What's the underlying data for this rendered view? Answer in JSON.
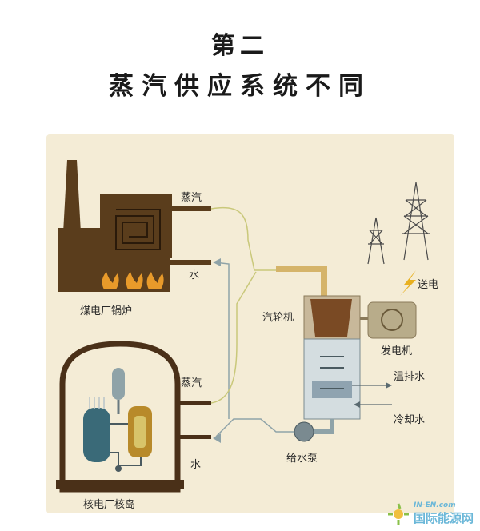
{
  "heading": {
    "line1": "第二",
    "line2": "蒸汽供应系统不同"
  },
  "labels": {
    "coal_steam": "蒸汽",
    "coal_water": "水",
    "coal_boiler": "煤电厂锅炉",
    "turbine": "汽轮机",
    "power_out": "送电",
    "generator": "发电机",
    "warm_discharge": "温排水",
    "cooling_water": "冷却水",
    "nuclear_steam": "蒸汽",
    "nuclear_water": "水",
    "feed_pump": "给水泵",
    "nuclear_island": "核电厂核岛"
  },
  "watermark": {
    "small": "IN-EN.com",
    "main": "国际能源网"
  },
  "colors": {
    "panel": "#f4ecd6",
    "brown": "#5a3d1c",
    "pipe": "#8fa3a8",
    "steam_pipe": "#d5d08a",
    "flame": "#e89a2a"
  }
}
